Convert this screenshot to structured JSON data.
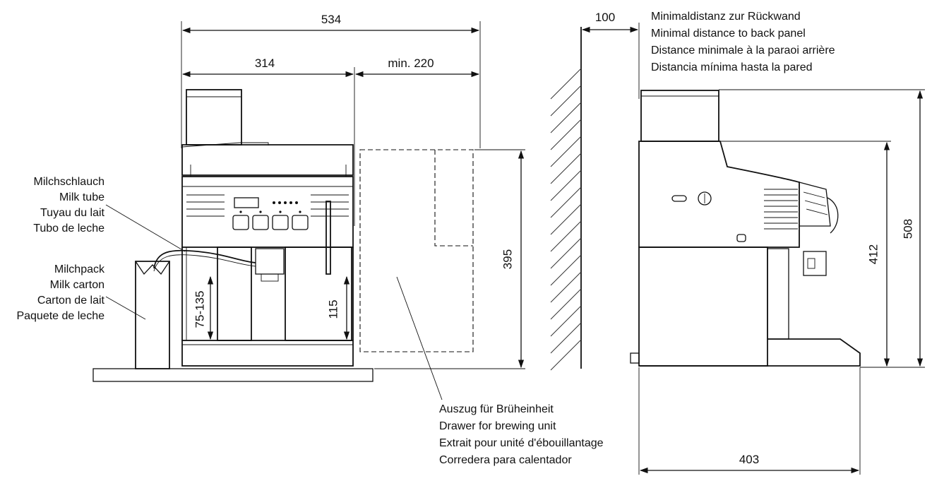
{
  "dimensions": {
    "total_width": "534",
    "machine_width": "314",
    "side_clearance": "min. 220",
    "wall_gap": "100",
    "drawer_height": "395",
    "cup_height_range": "75-135",
    "spout_height": "115",
    "height_front": "412",
    "height_total": "508",
    "depth": "403"
  },
  "labels": {
    "milk_tube": [
      "Milchschlauch",
      "Milk tube",
      "Tuyau du lait",
      "Tubo de leche"
    ],
    "milk_carton": [
      "Milchpack",
      "Milk carton",
      "Carton de lait",
      "Paquete de leche"
    ],
    "wall_distance": [
      "Minimaldistanz zur Rückwand",
      "Minimal distance to back panel",
      "Distance minimale à la paraoi arrière",
      "Distancia mínima hasta la pared"
    ],
    "brewing_drawer": [
      "Auszug für Brüheinheit",
      "Drawer for brewing unit",
      "Extrait pour unité d'ébouillantage",
      "Corredera para calentador"
    ]
  }
}
